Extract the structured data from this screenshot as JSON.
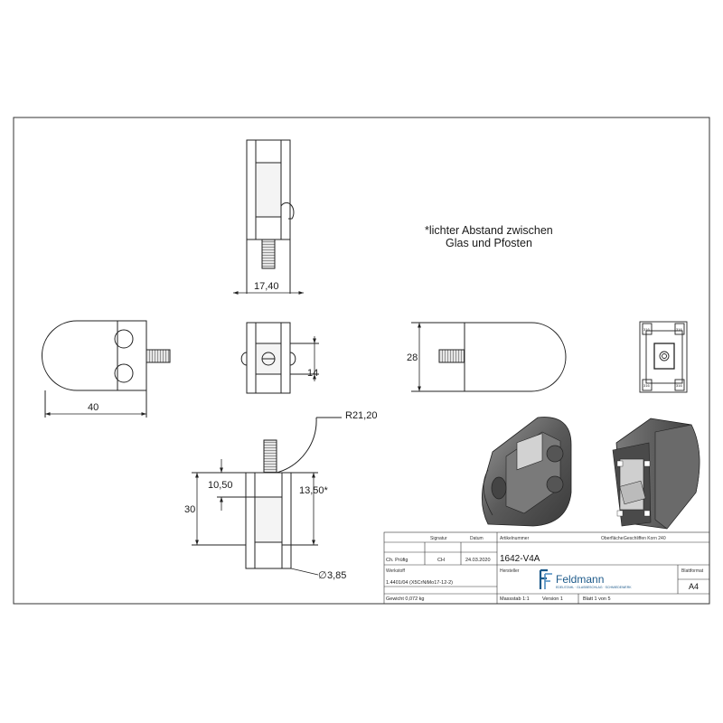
{
  "note": {
    "line1": "*lichter Abstand zwischen",
    "line2": "Glas und Pfosten"
  },
  "dimensions": {
    "top_width": "17,40",
    "side_width": "40",
    "front_height": "14",
    "right_height": "28",
    "radius": "R21,20",
    "total_height": "30",
    "upper_offset": "10,50",
    "gap": "13,50*",
    "hole_diameter": "3,85"
  },
  "title_block": {
    "signature_label": "Signatur",
    "date_label": "Datum",
    "article_label": "Artikelnummer",
    "surface_label": "Oberfläche:",
    "surface_value": "Geschliffen Korn 240",
    "checked_by": "Ch. Prüfig",
    "signature_value": "CH",
    "date_value": "24.03.2020",
    "article_number": "1642-V4A",
    "manufacturer_label": "Hersteller",
    "material_label": "Werkstoff",
    "material_value": "1.4401/04 (X5CrNiMo17-12-2)",
    "sheet_format_label": "Blattformat",
    "sheet_format_value": "A4",
    "weight": "Gewicht 0,072 kg",
    "scale": "Massstab 1:1",
    "version": "Version 1",
    "sheet": "Blatt 1 von 5"
  },
  "logo": {
    "name": "Feldmann",
    "tagline": "EDELSTAHL · GLASBESCHLAG · SCHMIEDEWERK"
  },
  "markings": {
    "stamp": "316"
  }
}
